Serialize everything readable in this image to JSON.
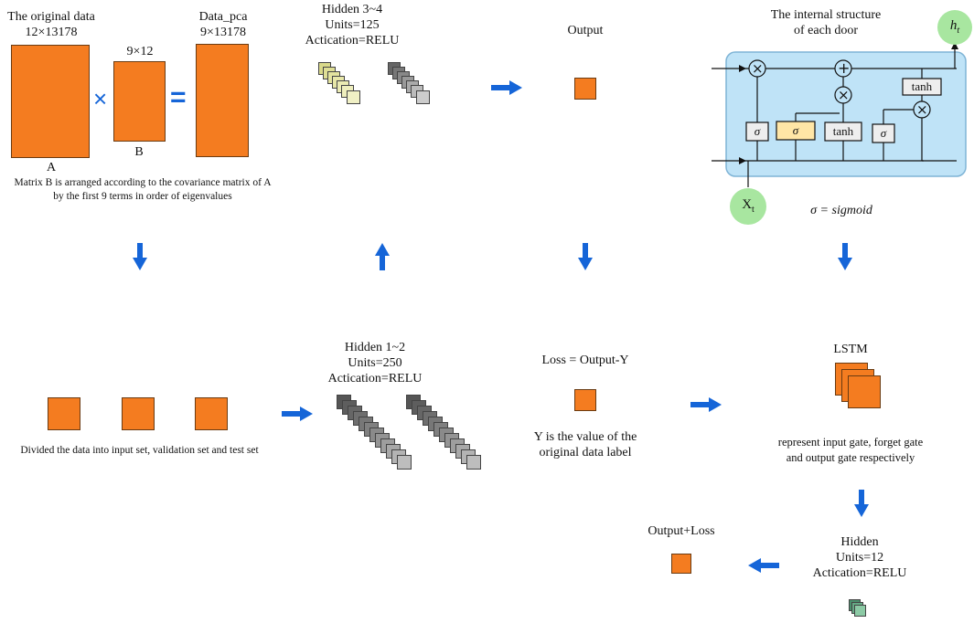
{
  "pca": {
    "original_title": "The original data",
    "original_dims": "12×13178",
    "b_dims": "9×12",
    "pca_title": "Data_pca",
    "pca_dims": "9×13178",
    "times_symbol": "×",
    "equals_symbol": "=",
    "label_a": "A",
    "label_b": "B",
    "note_line1": "Matrix B is arranged according to the covariance matrix of A",
    "note_line2": "by the first 9 terms in order of eigenvalues"
  },
  "hidden34": {
    "title": "Hidden 3~4",
    "units": "Units=125",
    "activation": "Actication=RELU"
  },
  "output": {
    "label": "Output"
  },
  "lstm_cell": {
    "title_line1": "The internal structure",
    "title_line2": "of each door",
    "h_label": "h",
    "h_sub": "t",
    "x_label": "X",
    "x_sub": "t",
    "sigma": "σ",
    "tanh": "tanh",
    "times": "×",
    "plus": "+",
    "sigmoid_note": "σ = sigmoid"
  },
  "split": {
    "caption": "Divided the data into input set, validation set and test set"
  },
  "hidden12": {
    "title": "Hidden 1~2",
    "units": "Units=250",
    "activation": "Actication=RELU"
  },
  "loss": {
    "title": "Loss = Output-Y",
    "note_line1": "Y is the value of the",
    "note_line2": "original data label"
  },
  "lstm": {
    "title": "LSTM",
    "note_line1": "represent input gate, forget gate",
    "note_line2": "and output gate respectively"
  },
  "hidden_final": {
    "title": "Hidden",
    "units": "Units=12",
    "activation": "Actication=RELU"
  },
  "output_loss": {
    "label": "Output+Loss"
  },
  "colors": {
    "orange": "#f47c20",
    "arrow_blue": "#1565d8",
    "cell_blue": "#bfe3f7",
    "node_green": "#a8e6a0"
  }
}
